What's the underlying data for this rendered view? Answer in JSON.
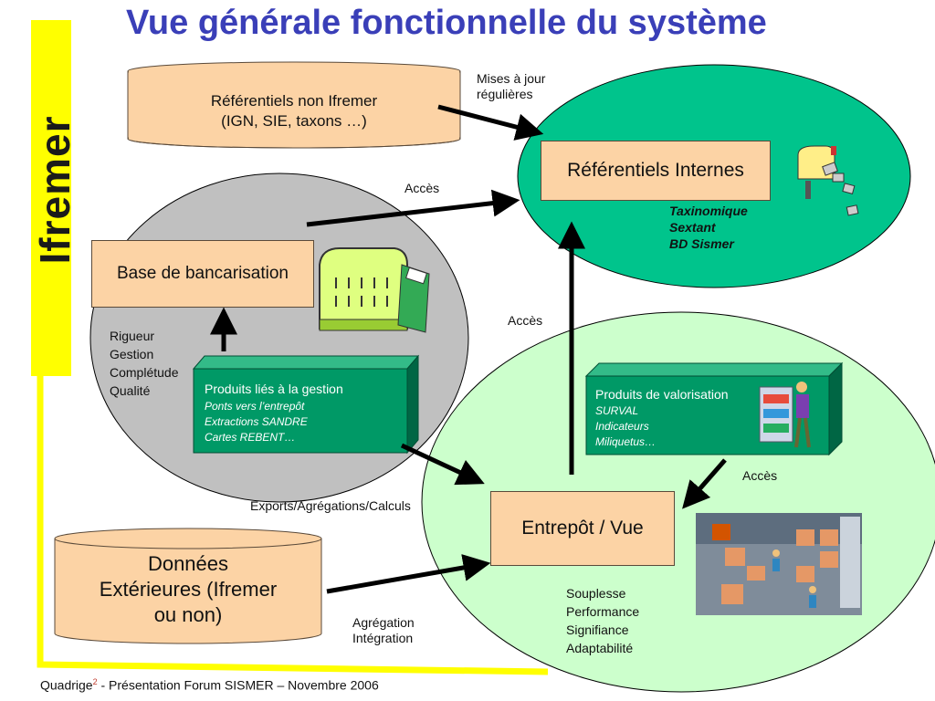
{
  "title": "Vue générale fonctionnelle du système",
  "brand": "Ifremer",
  "cylinders": {
    "top": [
      "Référentiels non Ifremer",
      "(IGN, SIE, taxons …)"
    ],
    "bottom": [
      "Données",
      "Extérieures (Ifremer",
      "ou non)"
    ]
  },
  "boxes": {
    "referentiels_internes": "Référentiels Internes",
    "base_bancarisation": "Base de bancarisation",
    "entrepot": "Entrepôt / Vue"
  },
  "referentiels_items": [
    "Taxinomique",
    "Sextant",
    "BD Sismer"
  ],
  "produits_gestion": {
    "title": "Produits liés à la gestion",
    "items": [
      "Ponts vers l’entrepôt",
      "Extractions SANDRE",
      "Cartes REBENT…"
    ]
  },
  "produits_valorisation": {
    "title": "Produits de valorisation",
    "items": [
      "SURVAL",
      "Indicateurs",
      "Miliquetus…"
    ]
  },
  "qualities_base": [
    "Rigueur",
    "Gestion",
    "Complétude",
    "Qualité"
  ],
  "qualities_entrepot": [
    "Souplesse",
    "Performance",
    "Signifiance",
    "Adaptabilité"
  ],
  "labels": {
    "mises_a_jour": [
      "Mises à jour",
      "régulières"
    ],
    "acces_top": "Accès",
    "acces_mid": "Accès",
    "acces_right": "Accès",
    "exports": "Exports/Agrégations/Calculs",
    "agregation": [
      "Agrégation",
      "Intégration"
    ]
  },
  "footer": {
    "prefix": "Quadrige",
    "superscript": "2",
    "text": " - Présentation Forum SISMER – Novembre 2006"
  },
  "colors": {
    "title": "#3a3fb8",
    "brand_bar": "#ffff00",
    "orange_box": "#fcd3a5",
    "teal_ellipse": "#00c48c",
    "light_green_ellipse": "#ccffcc",
    "grey_ellipse": "#c0c0c0",
    "product_box": "#009966"
  },
  "icons": [
    "mailbox-icon",
    "bank-icon",
    "shopper-icon",
    "warehouse-icon"
  ]
}
